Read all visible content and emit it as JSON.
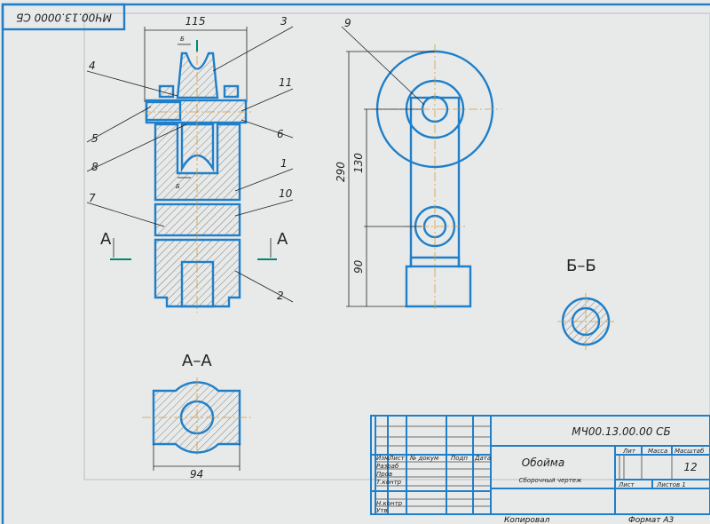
{
  "stamp": "МЧ00.13.0000 СБ",
  "main_view": {
    "dim_width": "115",
    "section_mark": "Б",
    "section_a": "А",
    "callouts": [
      "3",
      "4",
      "11",
      "5",
      "6",
      "8",
      "1",
      "10",
      "7",
      "2"
    ]
  },
  "side_view": {
    "callout": "9",
    "dim_total": "290",
    "dim_upper": "130",
    "dim_lower": "90"
  },
  "section_bb": {
    "title": "Б–Б"
  },
  "section_aa": {
    "title": "А–А",
    "dim_width": "94"
  },
  "title_block": {
    "designation": "МЧ00.13.00.00 СБ",
    "name": "Обойма",
    "doc_type": "Сборочный чертеж",
    "headers": [
      "Изм",
      "Лист",
      "№ докум",
      "Подп",
      "Дата"
    ],
    "roles": [
      "Разраб",
      "Пров",
      "Т.контр",
      "Н.контр",
      "Утв"
    ],
    "lit": "Лит",
    "mass": "Масса",
    "scale_label": "Масштаб",
    "scale": "12",
    "sheet": "Лист",
    "sheets": "Листов 1",
    "copied": "Копировал",
    "format": "Формат  А3"
  }
}
